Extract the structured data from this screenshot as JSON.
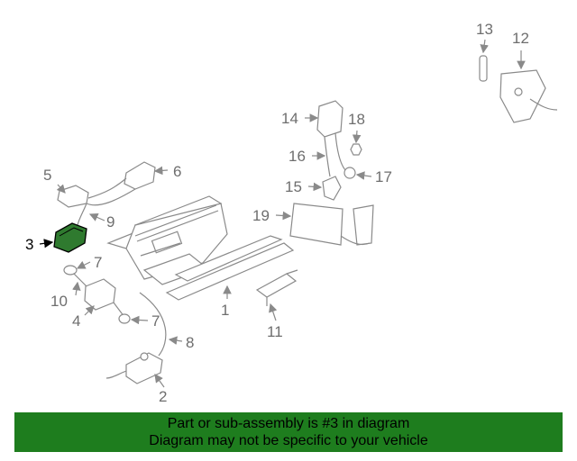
{
  "callouts": {
    "c1": "1",
    "c2": "2",
    "c3": "3",
    "c4": "4",
    "c5": "5",
    "c6": "6",
    "c7a": "7",
    "c7b": "7",
    "c8": "8",
    "c9": "9",
    "c10": "10",
    "c11": "11",
    "c12": "12",
    "c13": "13",
    "c14": "14",
    "c15": "15",
    "c16": "16",
    "c17": "17",
    "c18": "18",
    "c19": "19"
  },
  "colors": {
    "banner_bg": "#1e7d1e",
    "highlight_part": "#2f7a2f",
    "line_art": "#8a8a8a"
  },
  "banner": {
    "line1": "Part or sub-assembly is #3 in diagram",
    "line2": "Diagram may not be specific to your vehicle"
  }
}
